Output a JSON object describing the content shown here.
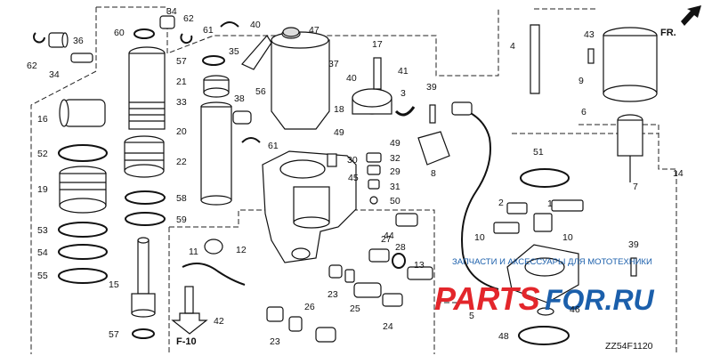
{
  "diagram_code": "ZZ54F1120",
  "orientation_label": "FR.",
  "reference_label": "F-10",
  "watermark": {
    "line1": "ЗАПЧАСТИ И АКСЕССУАРЫ ДЛЯ МОТОТЕХНИКИ",
    "line2a": "PARTS",
    "line2b": "FOR.RU",
    "color_red": "#e3262b",
    "color_blue": "#1b5fab"
  },
  "callouts": {
    "c1": "1",
    "c2": "2",
    "c3": "3",
    "c4": "4",
    "c5": "5",
    "c6": "6",
    "c7": "7",
    "c8": "8",
    "c9": "9",
    "c10a": "10",
    "c10b": "10",
    "c11": "11",
    "c12": "12",
    "c13": "13",
    "c14": "14",
    "c15": "15",
    "c16": "16",
    "c17": "17",
    "c18": "18",
    "c19": "19",
    "c20": "20",
    "c21": "21",
    "c22": "22",
    "c23a": "23",
    "c23b": "23",
    "c24": "24",
    "c25": "25",
    "c26": "26",
    "c27": "27",
    "c28": "28",
    "c29": "29",
    "c30": "30",
    "c31": "31",
    "c32": "32",
    "c33": "33",
    "c34a": "34",
    "c34b": "34",
    "c35": "35",
    "c36": "36",
    "c37": "37",
    "c38": "38",
    "c39a": "39",
    "c39b": "39",
    "c40a": "40",
    "c40b": "40",
    "c41": "41",
    "c42": "42",
    "c43": "43",
    "c44": "44",
    "c45": "45",
    "c46": "46",
    "c47": "47",
    "c48": "48",
    "c49a": "49",
    "c49b": "49",
    "c50": "50",
    "c51": "51",
    "c52": "52",
    "c53": "53",
    "c54": "54",
    "c55": "55",
    "c56": "56",
    "c57a": "57",
    "c57b": "57",
    "c58": "58",
    "c59": "59",
    "c60": "60",
    "c61a": "61",
    "c61b": "61",
    "c62a": "62",
    "c62b": "62"
  }
}
